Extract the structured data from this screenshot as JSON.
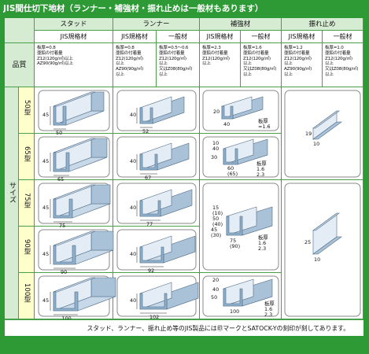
{
  "title": "JIS間仕切下地材（ランナー・補強材・振れ止めは一般材もあります）",
  "headers": {
    "groups": [
      "スタッド",
      "ランナー",
      "補強材",
      "振れ止め"
    ],
    "stud_sub": "JIS規格材",
    "runner_sub": [
      "JIS規格材",
      "一般材"
    ],
    "reinforce_sub": [
      "JIS規格材",
      "一般材"
    ],
    "brace_sub": [
      "JIS規格材",
      "一般材"
    ]
  },
  "row_labels": {
    "quality": "品質",
    "size": "サイズ"
  },
  "quality": {
    "stud": "板厚=0.8\n亜鉛の付着量\nZ12(120g/㎡)以上\nAZ90(90g/㎡)以上",
    "runner_jis": "板厚=0.8\n亜鉛の付着量\nZ12(120g/㎡)\n以上\nAZ90(90g/㎡)\n以上",
    "runner_gen": "板厚=0.5〜0.6\n亜鉛の付着量\nZ12(120g/㎡)\n以上\n又はZ08(80g/㎡)\n以上",
    "reinforce_jis": "板厚=2.3\n亜鉛の付着量\nZ12(120g/㎡)\n以上",
    "reinforce_gen": "板厚=1.6\n亜鉛の付着量\nZ12(120g/㎡)\n以上\n又はZ08(80g/㎡)\n以上",
    "brace_jis": "板厚=1.2\n亜鉛の付着量\nZ12(120g/㎡)\n以上\nAZ90(90g/㎡)\n以上",
    "brace_gen": "板厚=1.0\n亜鉛の付着量\nZ12(120g/㎡)\n以上\n又はZ08(80g/㎡)\n以上"
  },
  "sizes": [
    "50型",
    "65型",
    "75型",
    "90型",
    "100型"
  ],
  "stud_dims": [
    {
      "h": "45",
      "w": "50"
    },
    {
      "h": "45",
      "w": "65"
    },
    {
      "h": "45",
      "w": "75"
    },
    {
      "h": "45",
      "w": "90"
    },
    {
      "h": "45",
      "w": "100"
    }
  ],
  "runner_dims": [
    {
      "h": "40",
      "w": "52"
    },
    {
      "h": "40",
      "w": "67"
    },
    {
      "h": "40",
      "w": "77"
    },
    {
      "h": "40",
      "w": "92"
    },
    {
      "h": "40",
      "w": "102"
    }
  ],
  "reinforce_dims": [
    {
      "a": "20",
      "b": "40",
      "w": "",
      "t": "板厚\n=1.6"
    },
    {
      "a": "10",
      "b": "30",
      "w": "60\n(65)",
      "t": "板厚\n1.6\n2.3",
      "a2": "40"
    },
    {
      "a": "15\n(10)",
      "b": "45\n(30)",
      "w": "75\n(90)",
      "t": "板厚\n1.6\n2.3",
      "a2": "50\n(40)"
    },
    {
      "a": "20",
      "b": "50",
      "w": "100",
      "t": "板厚\n1.6\n2.3",
      "a2": "40"
    }
  ],
  "brace_dims": [
    {
      "h": "19",
      "w": "10"
    },
    {
      "h": "25",
      "w": "10"
    }
  ],
  "footer": "スタッド、ランナー、振れ止め等のJIS製品には㊞マークとSATOCK-Yの刻印が刻してあります。",
  "colors": {
    "frame": "#2e9a36",
    "header": "#d6ecd2",
    "label": "#ffffcc",
    "steel": "#b9cfe2"
  }
}
